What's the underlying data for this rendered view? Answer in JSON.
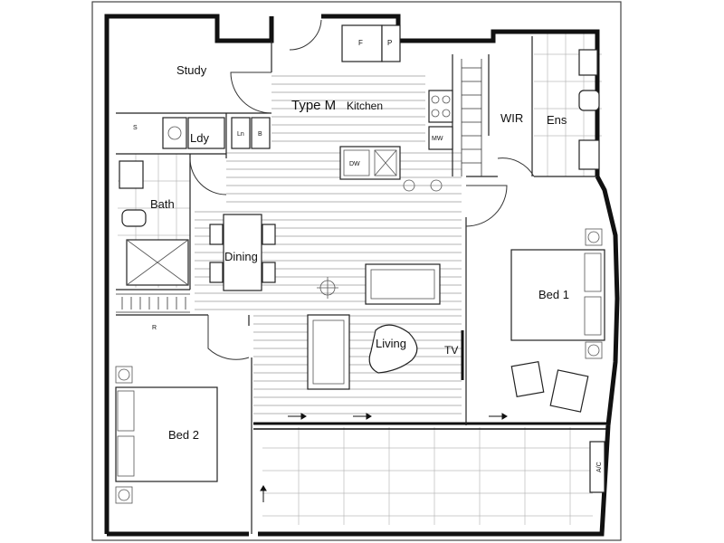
{
  "plan_title": "Type M",
  "rooms": {
    "study": "Study",
    "kitchen": "Kitchen",
    "laundry": "Ldy",
    "bath": "Bath",
    "dining": "Dining",
    "living": "Living",
    "wir": "WIR",
    "ensuite": "Ens",
    "bed1": "Bed 1",
    "bed2": "Bed 2"
  },
  "fixtures": {
    "fridge": "F",
    "pantry": "P",
    "linen": "Ln",
    "broom": "B",
    "microwave": "MW",
    "dishwasher": "DW",
    "sink_s": "S",
    "robe_r": "R",
    "tv": "TV",
    "aircon": "A/C"
  }
}
